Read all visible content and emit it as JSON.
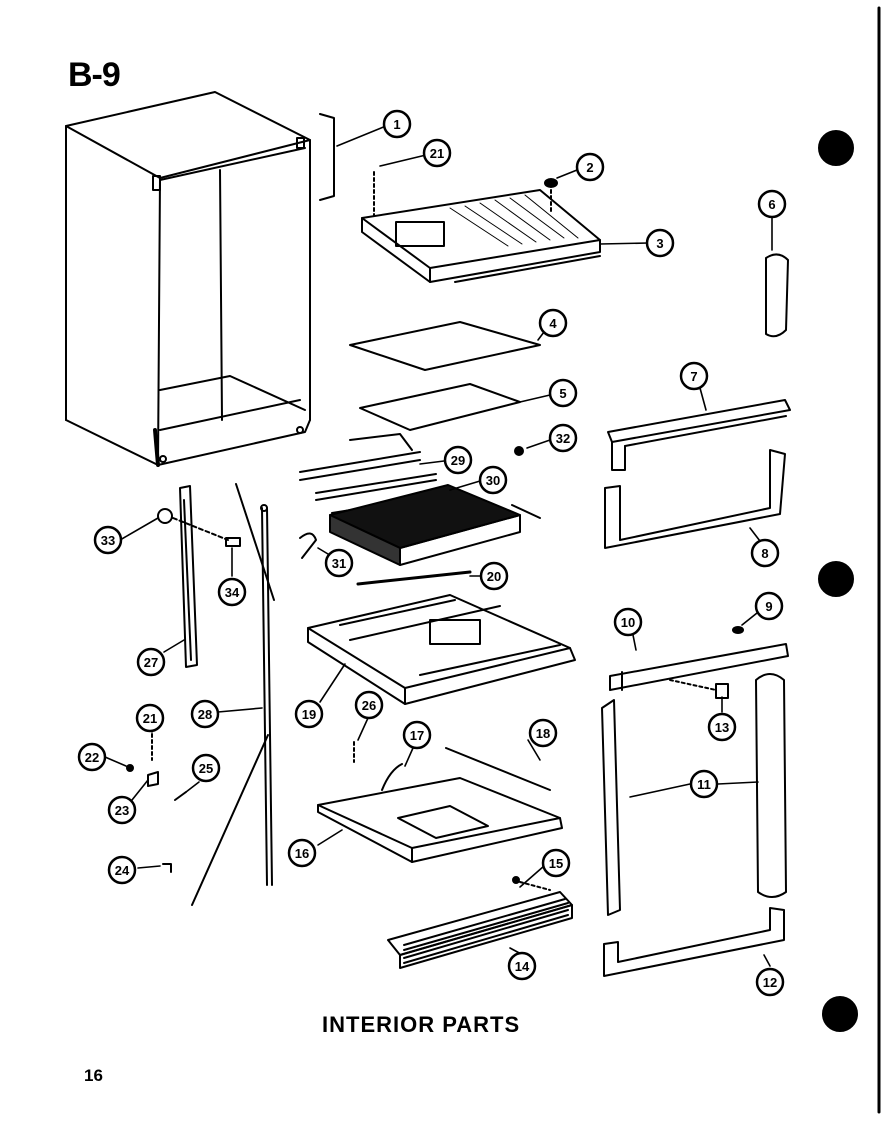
{
  "page_code": "B-9",
  "title": "INTERIOR PARTS",
  "page_number": "16",
  "callouts": [
    "1",
    "21",
    "2",
    "3",
    "6",
    "4",
    "5",
    "7",
    "32",
    "29",
    "30",
    "8",
    "33",
    "34",
    "31",
    "20",
    "27",
    "9",
    "10",
    "13",
    "19",
    "28",
    "21",
    "22",
    "26",
    "25",
    "23",
    "17",
    "18",
    "11",
    "16",
    "24",
    "15",
    "14",
    "12"
  ]
}
